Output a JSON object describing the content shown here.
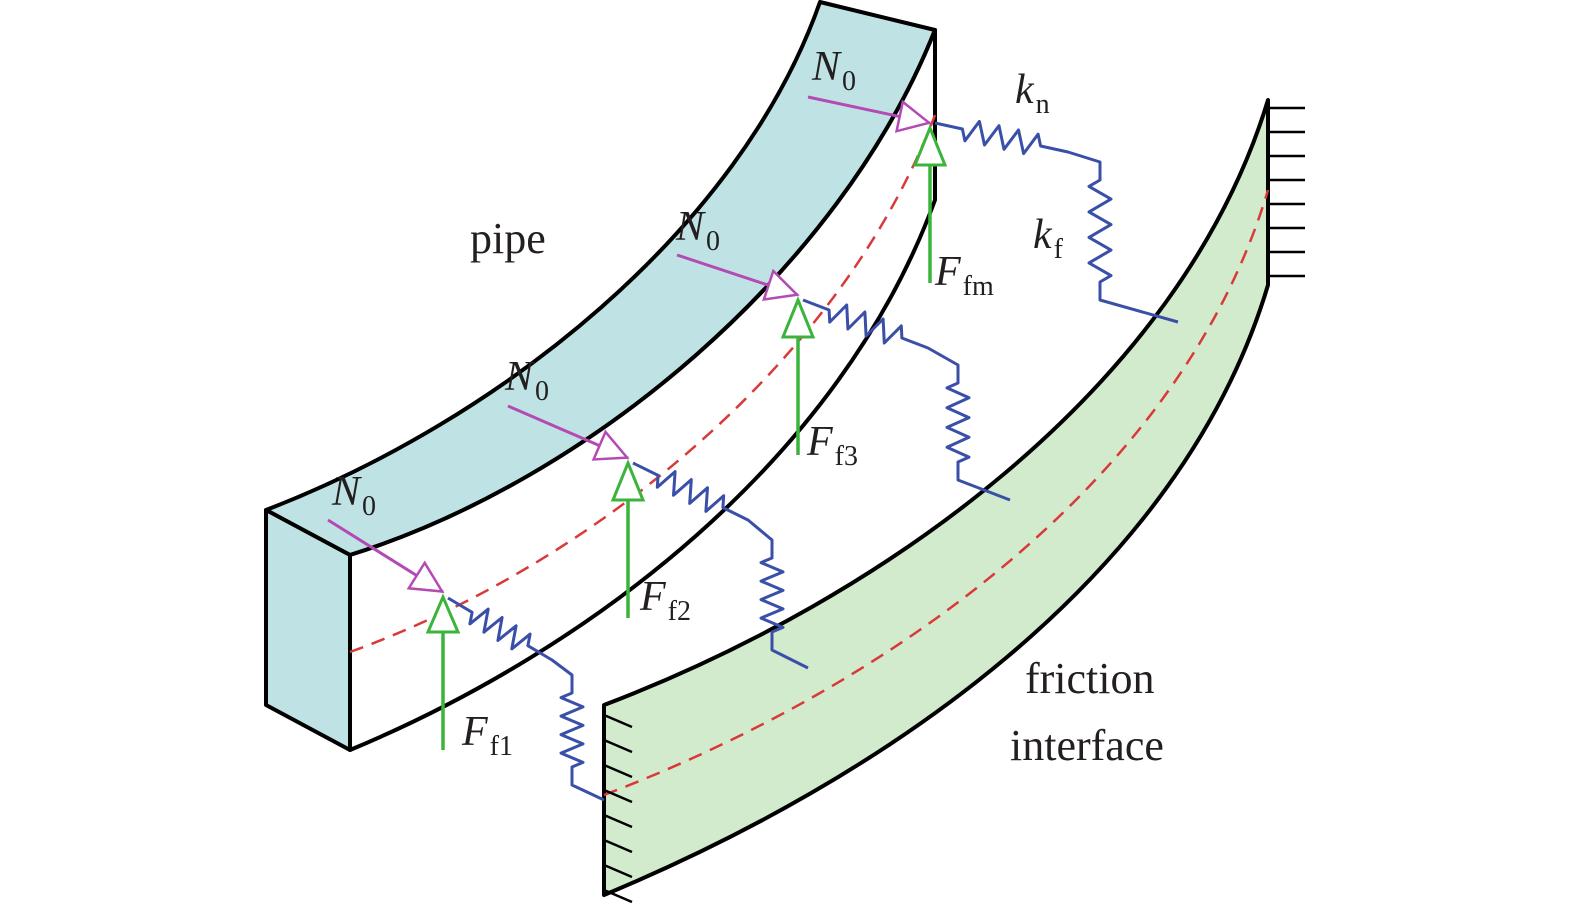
{
  "labels": {
    "pipe": "pipe",
    "friction_line1": "friction",
    "friction_line2": "interface"
  },
  "symbols": {
    "normal_force": {
      "main": "N",
      "sub": "0"
    },
    "normal_stiffness": {
      "main": "k",
      "sub": "n"
    },
    "friction_stiffness": {
      "main": "k",
      "sub": "f"
    },
    "friction_forces": [
      {
        "main": "F",
        "sub": "f1"
      },
      {
        "main": "F",
        "sub": "f2"
      },
      {
        "main": "F",
        "sub": "f3"
      },
      {
        "main": "F",
        "sub": "fm"
      }
    ]
  },
  "colors": {
    "pipe_fill": "#bfe3e4",
    "interface_fill": "#d3ebcd",
    "outline": "#000000",
    "normal_force_arrow": "#b44ab4",
    "friction_force_arrow": "#3cb43c",
    "spring": "#3a4fa8",
    "centerline": "#d83a3a"
  }
}
